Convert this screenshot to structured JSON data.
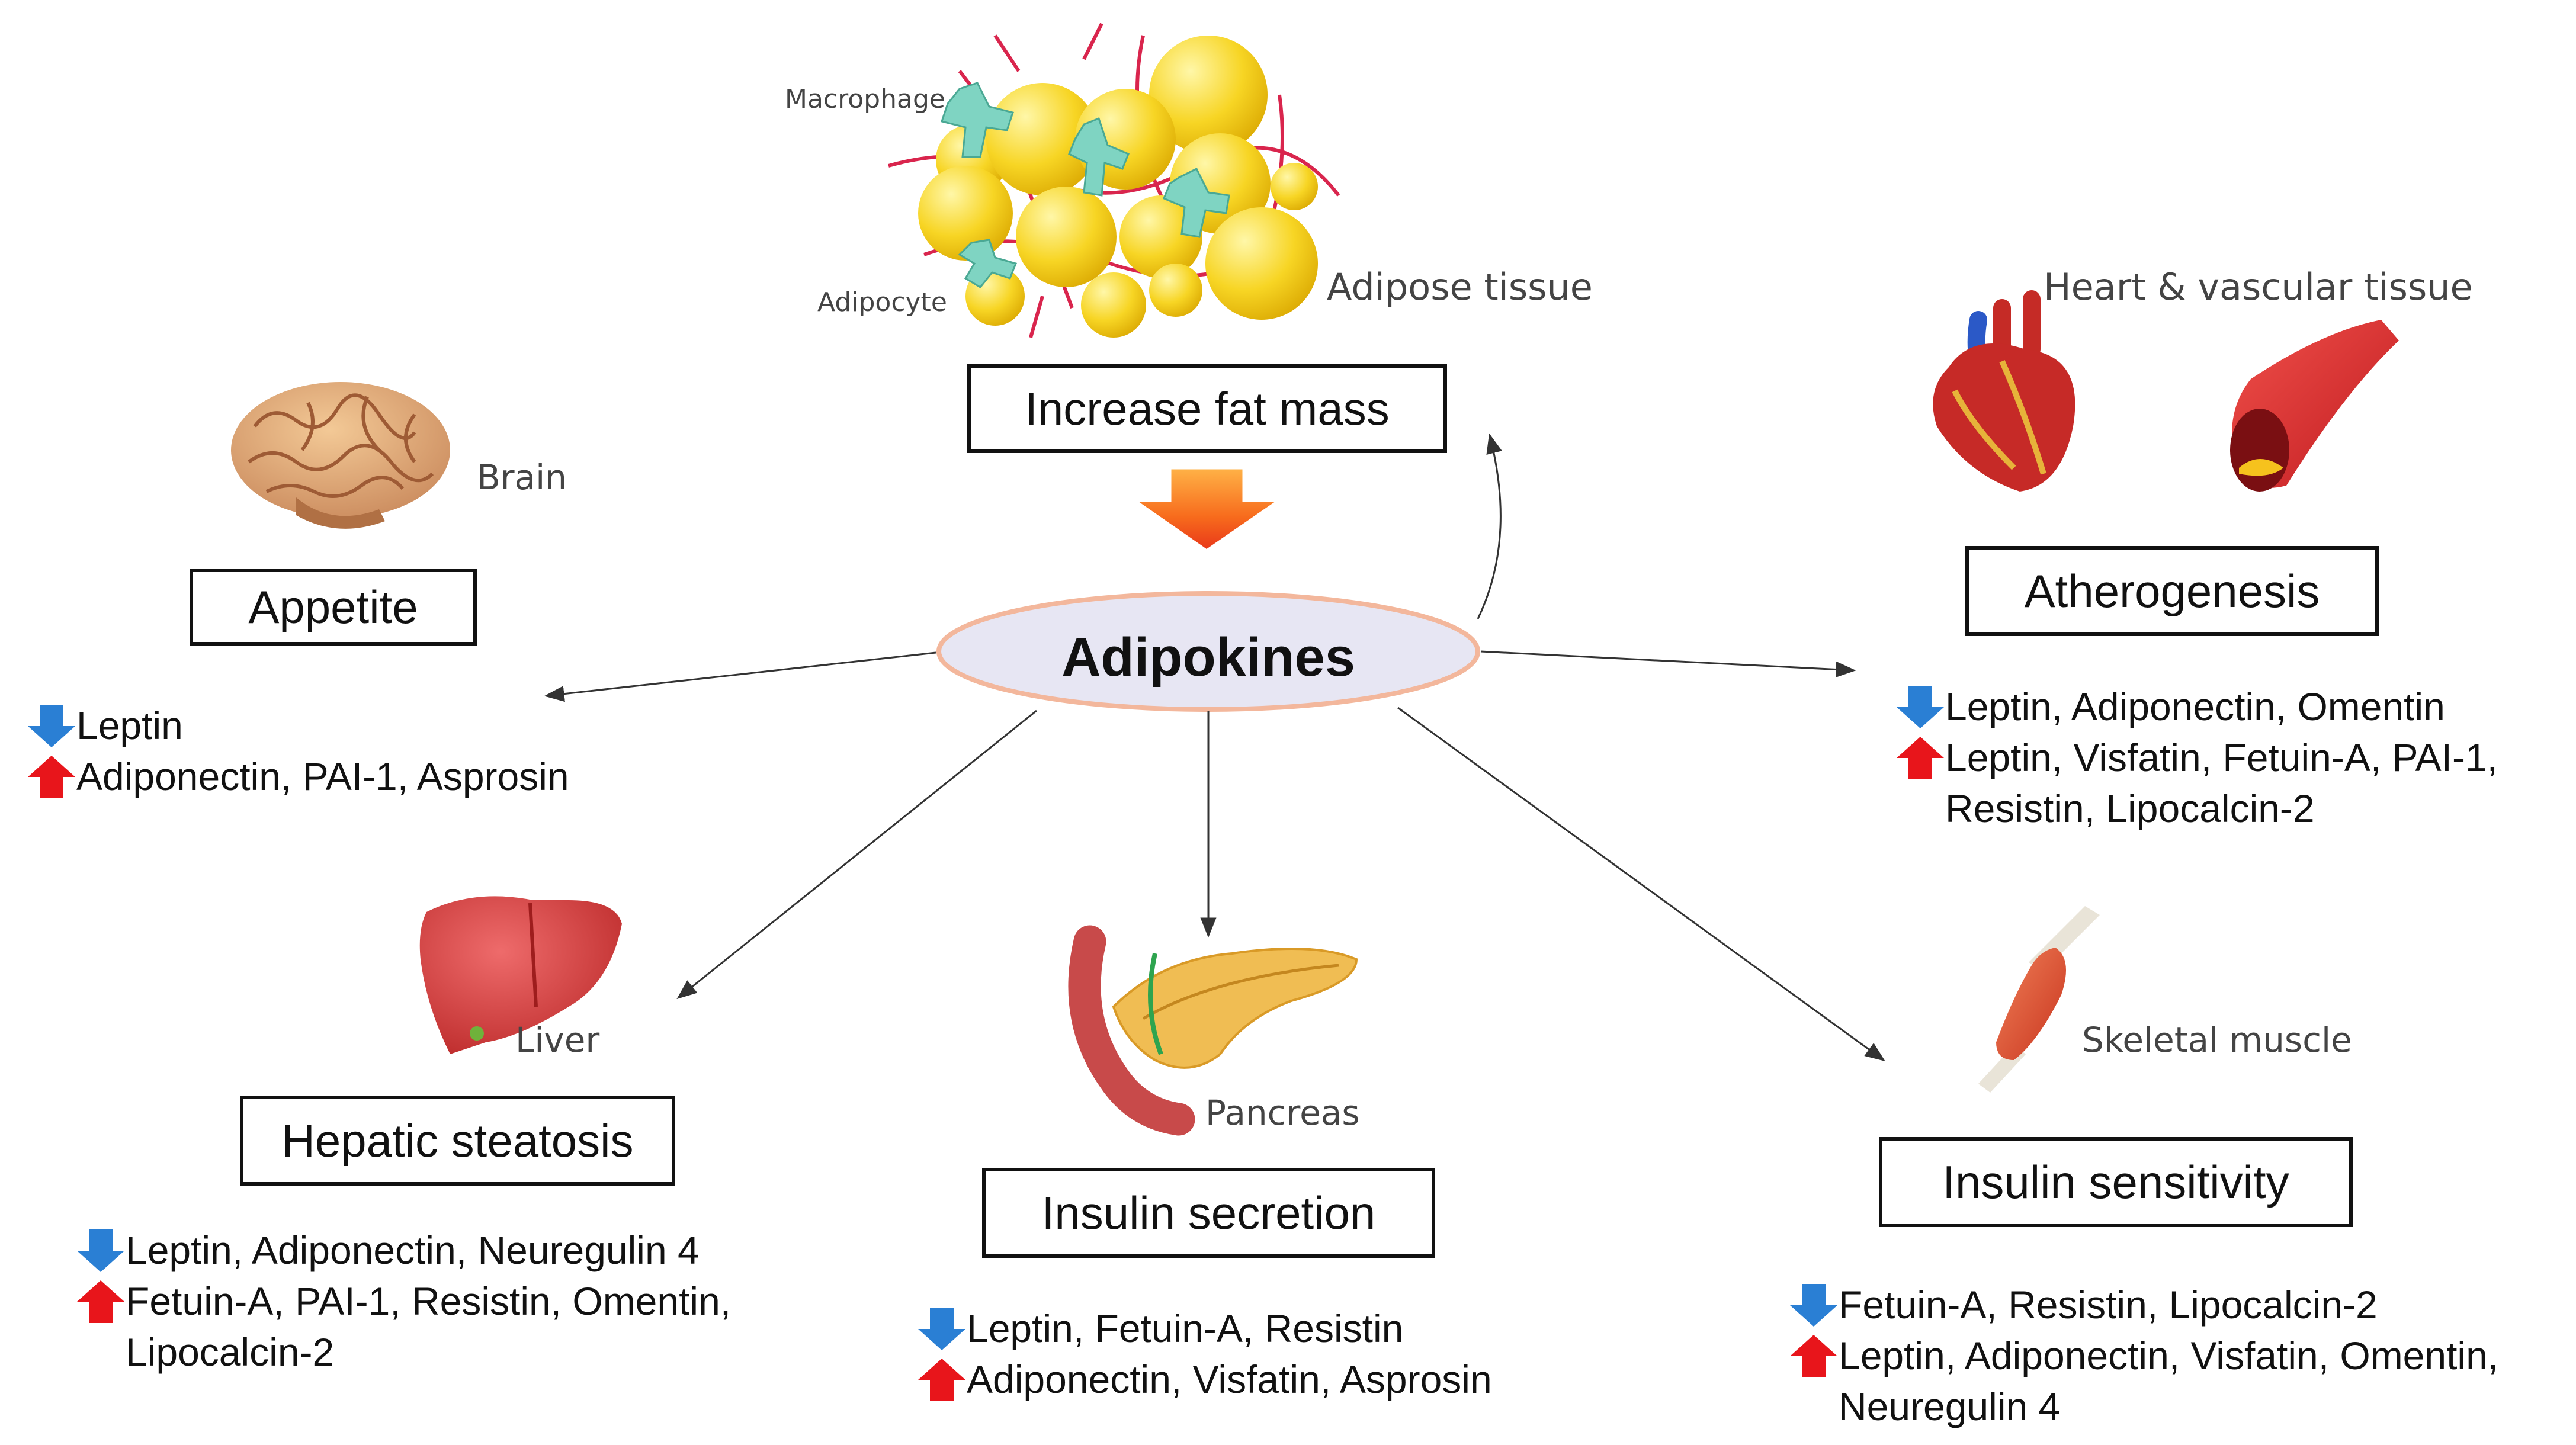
{
  "colors": {
    "down": "#2a7fd4",
    "up": "#e8151b",
    "ellipse_fill": "#e7e6f3",
    "ellipse_stroke": "#f3b79c"
  },
  "center": {
    "label": "Adipokines"
  },
  "labels": {
    "macrophage": "Macrophage",
    "adipocyte": "Adipocyte",
    "adipose": "Adipose tissue",
    "brain": "Brain",
    "heart": "Heart & vascular tissue",
    "liver": "Liver",
    "pancreas": "Pancreas",
    "muscle": "Skeletal muscle"
  },
  "boxes": {
    "fat": "Increase fat mass",
    "appetite": "Appetite",
    "athero": "Atherogenesis",
    "hepatic": "Hepatic steatosis",
    "insulin_sec": "Insulin secretion",
    "insulin_sen": "Insulin sensitivity"
  },
  "lists": {
    "appetite": {
      "down": [
        "Leptin"
      ],
      "up": [
        "Adiponectin, PAI-1, Asprosin"
      ]
    },
    "athero": {
      "down": [
        "Leptin, Adiponectin, Omentin"
      ],
      "up": [
        "Leptin, Visfatin, Fetuin-A, PAI-1,",
        "Resistin, Lipocalcin-2"
      ]
    },
    "hepatic": {
      "down": [
        "Leptin, Adiponectin, Neuregulin 4"
      ],
      "up": [
        "Fetuin-A, PAI-1, Resistin, Omentin,",
        "Lipocalcin-2"
      ]
    },
    "insulin_sec": {
      "down": [
        "Leptin, Fetuin-A, Resistin"
      ],
      "up": [
        "Adiponectin, Visfatin, Asprosin"
      ]
    },
    "insulin_sen": {
      "down": [
        "Fetuin-A, Resistin, Lipocalcin-2"
      ],
      "up": [
        "Leptin, Adiponectin, Visfatin, Omentin,",
        "Neuregulin 4"
      ]
    }
  }
}
